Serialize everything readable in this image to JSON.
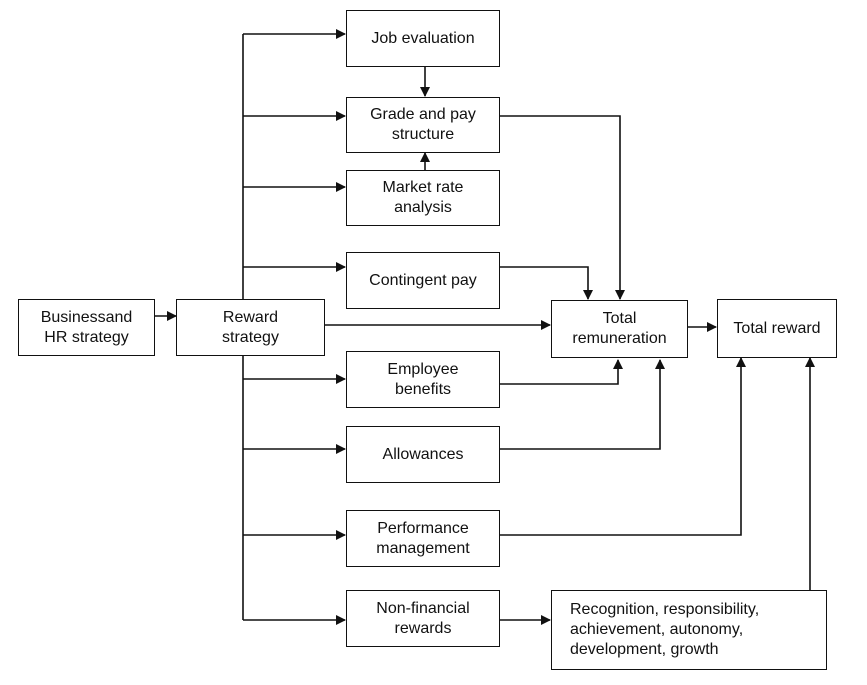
{
  "nodes": {
    "business_hr_strategy": {
      "label": "Businessand\nHR strategy"
    },
    "reward_strategy": {
      "label": "Reward\nstrategy"
    },
    "job_evaluation": {
      "label": "Job evaluation"
    },
    "grade_pay_structure": {
      "label": "Grade and pay\nstructure"
    },
    "market_rate_analysis": {
      "label": "Market rate\nanalysis"
    },
    "contingent_pay": {
      "label": "Contingent pay"
    },
    "employee_benefits": {
      "label": "Employee\nbenefits"
    },
    "allowances": {
      "label": "Allowances"
    },
    "performance_management": {
      "label": "Performance\nmanagement"
    },
    "non_financial_rewards": {
      "label": "Non-financial\nrewards"
    },
    "total_remuneration": {
      "label": "Total\nremuneration"
    },
    "total_reward": {
      "label": "Total reward"
    },
    "recognition_etc": {
      "label": "Recognition, responsibility,\nachievement, autonomy,\ndevelopment, growth"
    }
  },
  "edges": [
    {
      "from": "business_hr_strategy",
      "to": "reward_strategy"
    },
    {
      "from": "reward_strategy",
      "to": "job_evaluation"
    },
    {
      "from": "reward_strategy",
      "to": "grade_pay_structure"
    },
    {
      "from": "reward_strategy",
      "to": "market_rate_analysis"
    },
    {
      "from": "reward_strategy",
      "to": "contingent_pay"
    },
    {
      "from": "reward_strategy",
      "to": "total_remuneration"
    },
    {
      "from": "reward_strategy",
      "to": "employee_benefits"
    },
    {
      "from": "reward_strategy",
      "to": "allowances"
    },
    {
      "from": "reward_strategy",
      "to": "performance_management"
    },
    {
      "from": "reward_strategy",
      "to": "non_financial_rewards"
    },
    {
      "from": "job_evaluation",
      "to": "grade_pay_structure"
    },
    {
      "from": "market_rate_analysis",
      "to": "grade_pay_structure"
    },
    {
      "from": "grade_pay_structure",
      "to": "total_remuneration"
    },
    {
      "from": "contingent_pay",
      "to": "total_remuneration"
    },
    {
      "from": "employee_benefits",
      "to": "total_remuneration"
    },
    {
      "from": "allowances",
      "to": "total_remuneration"
    },
    {
      "from": "total_remuneration",
      "to": "total_reward"
    },
    {
      "from": "performance_management",
      "to": "total_reward"
    },
    {
      "from": "non_financial_rewards",
      "to": "recognition_etc"
    },
    {
      "from": "recognition_etc",
      "to": "total_reward"
    }
  ]
}
